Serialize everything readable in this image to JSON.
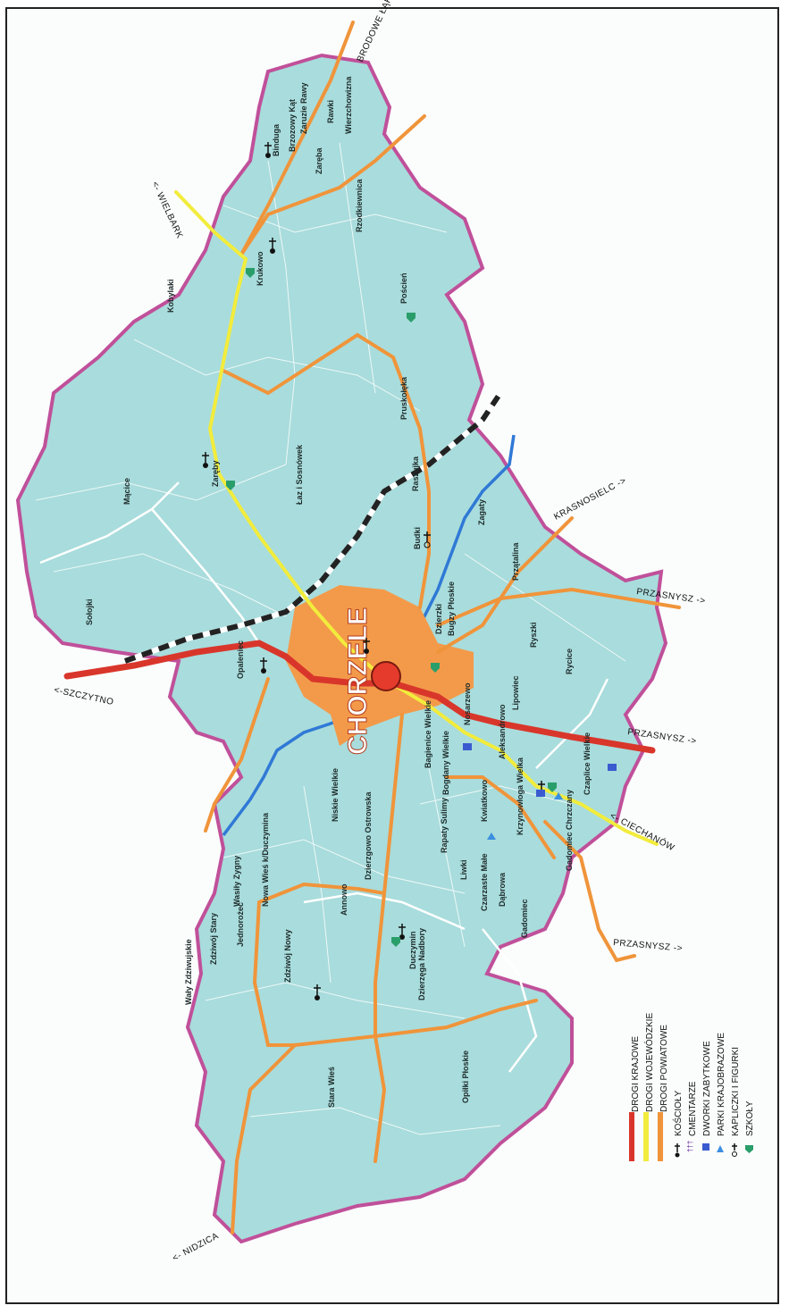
{
  "map": {
    "colors": {
      "land": "#a9dcdc",
      "border": "#c0509a",
      "krajowe": "#d9362b",
      "wojewodzkie": "#f2ec3c",
      "powiatowe": "#f0943a",
      "town": "#f39a4a",
      "river": "#2f79d6",
      "railway": "#222222",
      "minor": "#ffffff"
    },
    "town_name": "CHORZELE",
    "directions": {
      "brodowe": "BRODOWE ŁĄKI ->",
      "wielbark": "<- WIELBARK",
      "szczytno": "<-SZCZYTNO",
      "krasnosielc": "KRASNOSIELC ->",
      "przasnysz_1": "PRZASNYSZ ->",
      "przasnysz_2": "PRZASNYSZ ->",
      "przasnysz_3": "PRZASNYSZ ->",
      "ciechanow": "<- CIECHANÓW",
      "nidzica": "<- NIDZICA"
    },
    "villages": [
      "Binduga",
      "Brzozowy Kąt",
      "Zaruzie Rawy",
      "Rawki",
      "Wierzchowizna",
      "Zaręba",
      "Rzodkiewnica",
      "Krukowo",
      "Pruskołęka",
      "Poścień",
      "Kobylaki",
      "Mącice",
      "Zaręby",
      "Łaz i Sosnówek",
      "Raszujka",
      "Budki",
      "Zagaty",
      "Przątalina",
      "Dzierzki",
      "Bugzy Płoskie",
      "Ryszki",
      "Sołojki",
      "Opaleniec",
      "Lipowiec",
      "Rycice",
      "Aleksandrowo",
      "Bagienice Wielkie",
      "Nosarzewo",
      "Niskie Wielkie",
      "Bogdany Wielkie",
      "Czaplice Wielkie",
      "Krzynowłoga Wielka",
      "Duczymin",
      "Rapaty Sulimy",
      "Kwiatkowo",
      "Liwki",
      "Dąbrowa",
      "Nowa Wieś k/Duczymina",
      "Wasiły Zygny",
      "Jednorożec",
      "Zdziwój Stary",
      "Zdziwój Nowy",
      "Annowo",
      "Dzierzęga Nadbory",
      "Czarzaste Małe",
      "Gadomiec",
      "Wały Zdziwujskie",
      "Stara Wieś",
      "Opiłki Płoskie",
      "Gadomiec Chrzczany",
      "Dzierzgowo Ostrowska"
    ]
  },
  "legend": {
    "items": [
      {
        "label": "DROGI KRAJOWE"
      },
      {
        "label": "DROGI WOJEWÓDZKIE"
      },
      {
        "label": "DROGI POWIATOWE"
      },
      {
        "label": "KOŚCIOŁY"
      },
      {
        "label": "CMENTARZE"
      },
      {
        "label": "DWORKI ZABYTKOWE"
      },
      {
        "label": "PARKI KRAJOBRAZOWE"
      },
      {
        "label": "KAPLICZKI I FIGURKI"
      },
      {
        "label": "SZKOŁY"
      }
    ]
  }
}
